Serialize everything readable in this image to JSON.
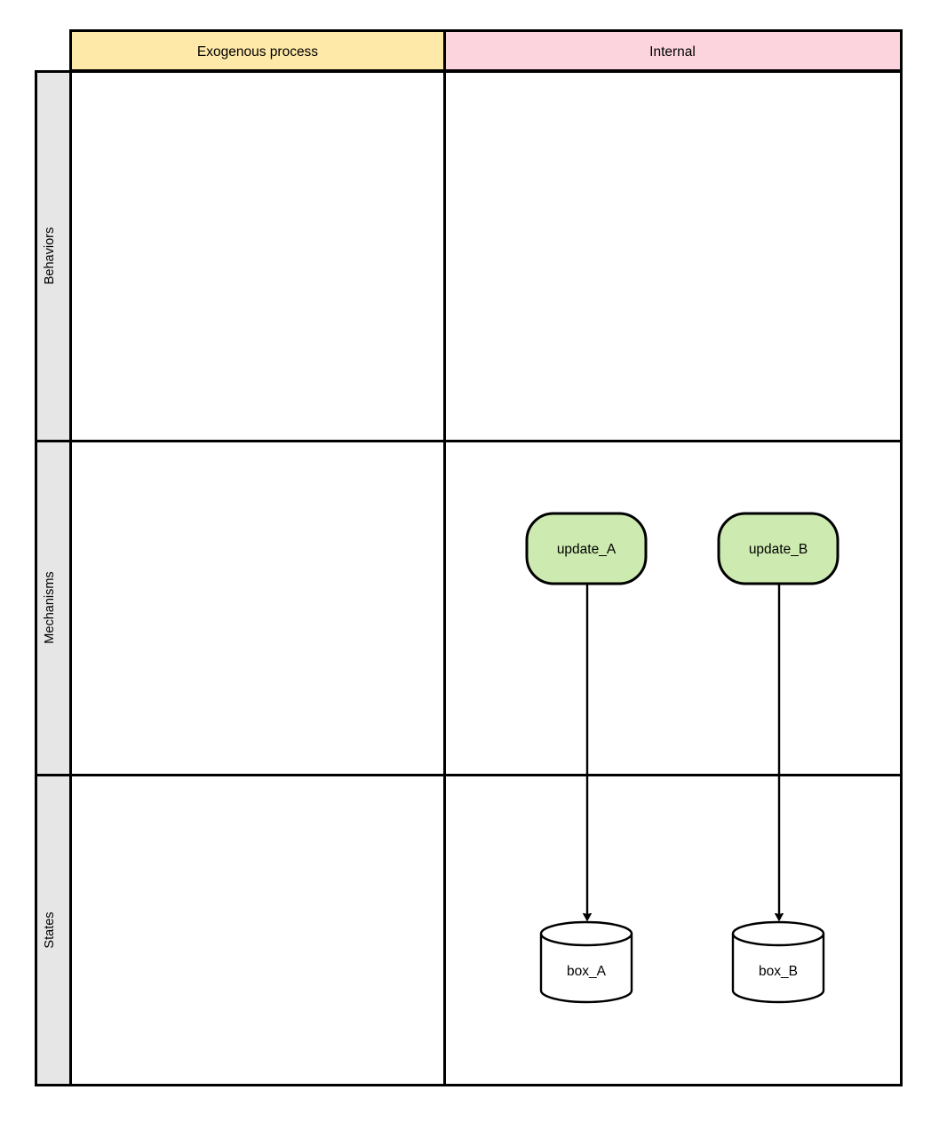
{
  "diagram": {
    "type": "swimlane-matrix",
    "background": "#ffffff",
    "stroke": "#000000",
    "columns": [
      {
        "id": "exogenous",
        "label": "Exogenous process",
        "fill": "#ffe9a8"
      },
      {
        "id": "internal",
        "label": "Internal",
        "fill": "#fbd4de"
      }
    ],
    "rows": [
      {
        "id": "behaviors",
        "label": "Behaviors",
        "fill": "#e6e6e6"
      },
      {
        "id": "mechanisms",
        "label": "Mechanisms",
        "fill": "#e6e6e6"
      },
      {
        "id": "states",
        "label": "States",
        "fill": "#e6e6e6"
      }
    ],
    "nodes": [
      {
        "id": "update_A",
        "label": "update_A",
        "shape": "rounded-rectangle",
        "fill": "#cdebb0",
        "stroke": "#000000",
        "row": "mechanisms",
        "column": "internal"
      },
      {
        "id": "update_B",
        "label": "update_B",
        "shape": "rounded-rectangle",
        "fill": "#cdebb0",
        "stroke": "#000000",
        "row": "mechanisms",
        "column": "internal"
      },
      {
        "id": "box_A",
        "label": "box_A",
        "shape": "cylinder",
        "fill": "#ffffff",
        "stroke": "#000000",
        "row": "states",
        "column": "internal"
      },
      {
        "id": "box_B",
        "label": "box_B",
        "shape": "cylinder",
        "fill": "#ffffff",
        "stroke": "#000000",
        "row": "states",
        "column": "internal"
      }
    ],
    "edges": [
      {
        "id": "edge_update_A_box_A",
        "from": "update_A",
        "to": "box_A",
        "style": "solid-arrow",
        "label": ""
      },
      {
        "id": "edge_update_B_box_B",
        "from": "update_B",
        "to": "box_B",
        "style": "solid-arrow",
        "label": ""
      }
    ]
  }
}
